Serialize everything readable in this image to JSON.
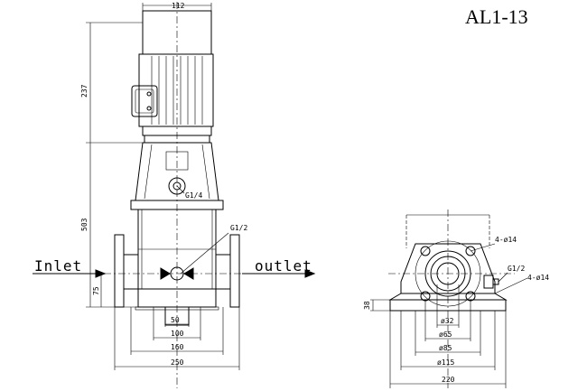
{
  "title": "AL1-13",
  "labels": {
    "inlet": "Inlet",
    "outlet": "outlet"
  },
  "dims": {
    "motor_width": "112",
    "motor_height": "237",
    "pump_height": "503",
    "g14": "G1/4",
    "g12_front": "G1/2",
    "h75": "75",
    "w50": "50",
    "w100": "100",
    "w160": "160",
    "w250": "250",
    "holes_top": "4-ø14",
    "g12_side": "G1/2",
    "holes_side": "4-ø14",
    "h38": "38",
    "d32": "ø32",
    "d65": "ø65",
    "d85": "ø85",
    "d115": "ø115",
    "w220": "220"
  }
}
